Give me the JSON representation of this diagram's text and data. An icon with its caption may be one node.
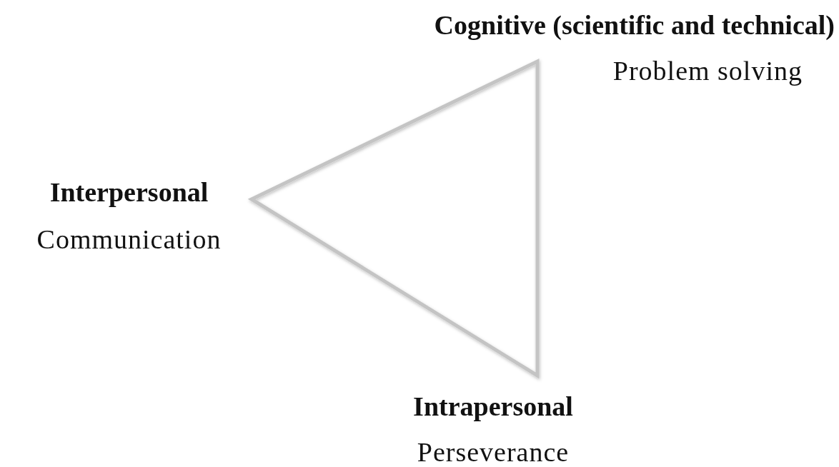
{
  "diagram": {
    "nodes": [
      {
        "text": [
          "Cognitive (scientific and technical)",
          "Problem solving"
        ]
      },
      {
        "text": [
          "Interpersonal",
          "Communication"
        ]
      },
      {
        "text": [
          "Intrapersonal",
          "Perseverance"
        ]
      }
    ]
  }
}
